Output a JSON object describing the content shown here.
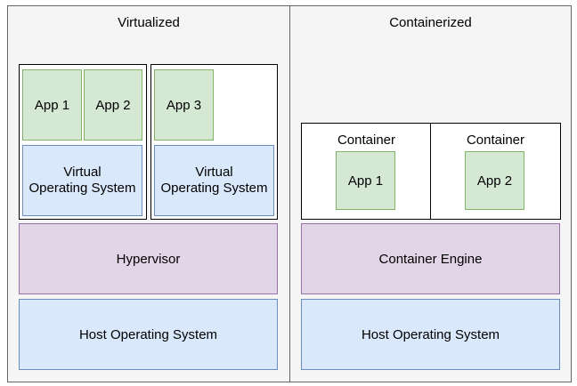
{
  "virtualized": {
    "title": "Virtualized",
    "vm1": {
      "apps": [
        "App 1",
        "App 2"
      ],
      "os_line1": "Virtual",
      "os_line2": "Operating System"
    },
    "vm2": {
      "apps": [
        "App 3"
      ],
      "os_line1": "Virtual",
      "os_line2": "Operating System"
    },
    "hypervisor": "Hypervisor",
    "host_os": "Host Operating System"
  },
  "containerized": {
    "title": "Containerized",
    "containers": [
      {
        "label": "Container",
        "app": "App 1"
      },
      {
        "label": "Container",
        "app": "App 2"
      }
    ],
    "engine": "Container Engine",
    "host_os": "Host Operating System"
  },
  "colors": {
    "panel_bg": "#f5f5f5",
    "app_fill": "#d5e8d4",
    "app_stroke": "#82b366",
    "os_fill": "#dae8fc",
    "os_stroke": "#6c8ebf",
    "hypervisor_fill": "#e1d5e7",
    "hypervisor_stroke": "#9673a6"
  }
}
